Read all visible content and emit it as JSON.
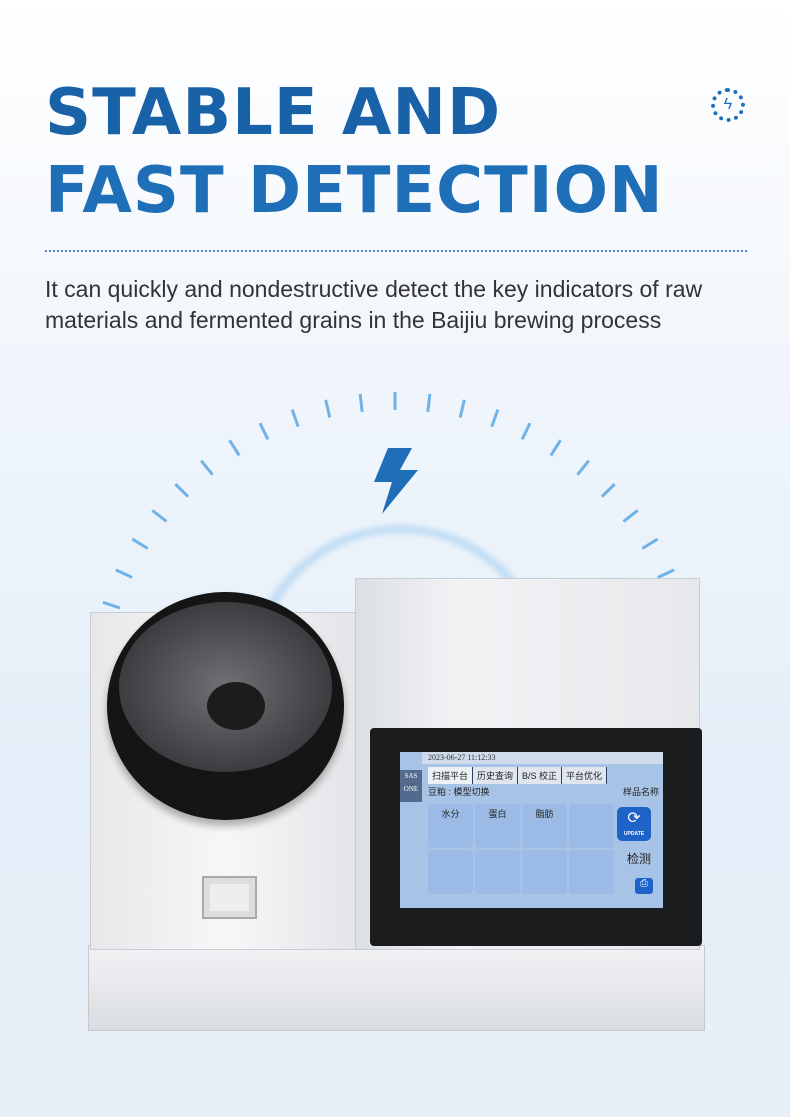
{
  "headline": {
    "line1": "STABLE AND",
    "line2": "FAST DETECTION"
  },
  "description": "It can quickly and nondestructive detect the key indicators of raw materials and fermented grains in the Baijiu brewing process",
  "colors": {
    "accent": "#1e6fb8",
    "tick": "#6fb3e8"
  },
  "screen": {
    "datetime": "2023-06-27 11:12:33",
    "side_label": [
      "SAS",
      "ONE"
    ],
    "tabs": [
      "扫描平台",
      "历史查询",
      "B/S 校正",
      "平台优化"
    ],
    "sample": "豆粕",
    "model_switch": "模型切换",
    "sample_name_label": "样品名称",
    "cells": [
      "水分",
      "蛋白",
      "脂肪",
      ""
    ],
    "update_label": "UPDATE",
    "detect_label": "检测"
  }
}
